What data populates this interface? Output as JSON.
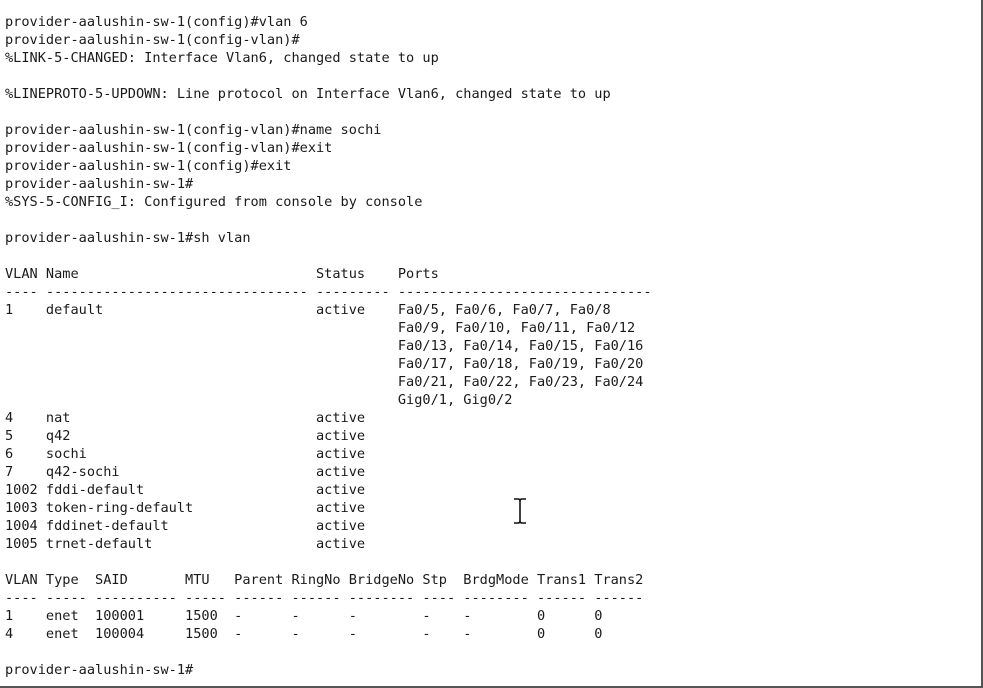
{
  "terminal": {
    "lines": [
      "provider-aalushin-sw-1(config)#vlan 6",
      "provider-aalushin-sw-1(config-vlan)#",
      "%LINK-5-CHANGED: Interface Vlan6, changed state to up",
      "",
      "%LINEPROTO-5-UPDOWN: Line protocol on Interface Vlan6, changed state to up",
      "",
      "provider-aalushin-sw-1(config-vlan)#name sochi",
      "provider-aalushin-sw-1(config-vlan)#exit",
      "provider-aalushin-sw-1(config)#exit",
      "provider-aalushin-sw-1#",
      "%SYS-5-CONFIG_I: Configured from console by console",
      "",
      "provider-aalushin-sw-1#sh vlan",
      "",
      "VLAN Name                             Status    Ports",
      "---- -------------------------------- --------- -------------------------------",
      "1    default                          active    Fa0/5, Fa0/6, Fa0/7, Fa0/8",
      "                                                Fa0/9, Fa0/10, Fa0/11, Fa0/12",
      "                                                Fa0/13, Fa0/14, Fa0/15, Fa0/16",
      "                                                Fa0/17, Fa0/18, Fa0/19, Fa0/20",
      "                                                Fa0/21, Fa0/22, Fa0/23, Fa0/24",
      "                                                Gig0/1, Gig0/2",
      "4    nat                              active",
      "5    q42                              active",
      "6    sochi                            active",
      "7    q42-sochi                        active",
      "1002 fddi-default                     active",
      "1003 token-ring-default               active",
      "1004 fddinet-default                  active",
      "1005 trnet-default                    active",
      "",
      "VLAN Type  SAID       MTU   Parent RingNo BridgeNo Stp  BrdgMode Trans1 Trans2",
      "---- ----- ---------- ----- ------ ------ -------- ---- -------- ------ ------",
      "1    enet  100001     1500  -      -      -        -    -        0      0",
      "4    enet  100004     1500  -      -      -        -    -        0      0",
      "",
      "provider-aalushin-sw-1#"
    ]
  },
  "cursor": {
    "icon": "i-beam-cursor-icon"
  }
}
